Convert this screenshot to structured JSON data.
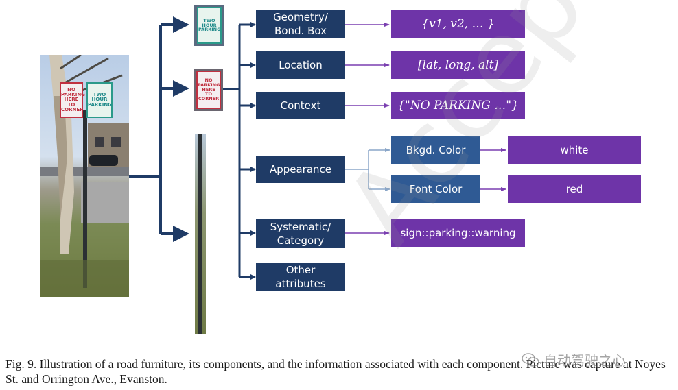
{
  "components": {
    "geometry": "Geometry/\nBond. Box",
    "location": "Location",
    "context": "Context",
    "appearance": "Appearance",
    "systematic": "Systematic/\nCategory",
    "other": "Other\nattributes"
  },
  "sub_components": {
    "bkgd_color": "Bkgd. Color",
    "font_color": "Font Color"
  },
  "values": {
    "geometry": "{v1, v2, … }",
    "location": "[lat, long, alt]",
    "context": "{\"NO PARKING  …\"}",
    "bkgd_color": "white",
    "font_color": "red",
    "systematic": "sign::parking::warning"
  },
  "sign_text": {
    "red_sign": "NO\nPARKING\nHERE\nTO\nCORNER",
    "green_sign": "TWO\nHOUR\nPARKING"
  },
  "caption": "Fig. 9.  Illustration of a road furniture, its components, and the information associated with each component. Picture was capture at Noyes St. and Orrington Ave., Evanston.",
  "watermark": "Accepted",
  "wechat_label": "自动驾驶之心",
  "colors": {
    "component_box": "#1f3b66",
    "sub_box": "#2f5a94",
    "value_box": "#6e34a8",
    "tree_line": "#1f3b66",
    "value_arrow": "#7a3fb0",
    "appearance_branch": "#8aa6c8"
  }
}
